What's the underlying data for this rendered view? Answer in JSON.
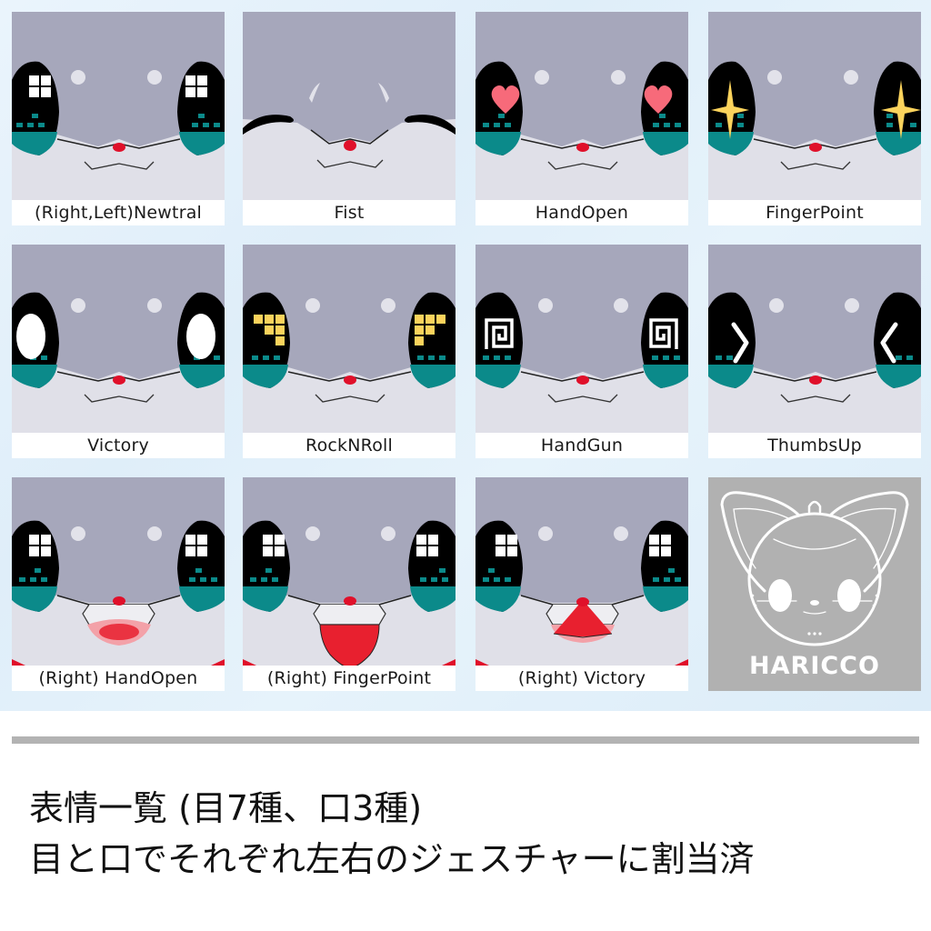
{
  "colors": {
    "page_background": "#ffffff",
    "gallery_background": "#e3f0fa",
    "upper_face": "#a6a7bb",
    "lower_face": "#e0e0e8",
    "eye_black": "#000000",
    "eye_teal": "#0b8a8a",
    "nose_red": "#e0102a",
    "heart_pink": "#f76a7a",
    "sparkle_yellow": "#fbd35c",
    "block_yellow": "#fbd35c",
    "tongue_red": "#e8202f",
    "logo_background": "#b1b1b1",
    "divider": "#b3b3b3"
  },
  "tiles": [
    {
      "label": "(Right,Left)Newtral",
      "eyes": "window",
      "mouth": "closed"
    },
    {
      "label": "Fist",
      "eyes": "closed",
      "mouth": "closed"
    },
    {
      "label": "HandOpen",
      "eyes": "heart",
      "mouth": "closed"
    },
    {
      "label": "FingerPoint",
      "eyes": "sparkle",
      "mouth": "closed"
    },
    {
      "label": "Victory",
      "eyes": "white-oval",
      "mouth": "closed"
    },
    {
      "label": "RockNRoll",
      "eyes": "yellow-blocks",
      "mouth": "closed"
    },
    {
      "label": "HandGun",
      "eyes": "spiral",
      "mouth": "closed"
    },
    {
      "label": "ThumbsUp",
      "eyes": "chevrons",
      "mouth": "closed"
    },
    {
      "label": "(Right) HandOpen",
      "eyes": "window",
      "mouth": "open-smile"
    },
    {
      "label": "(Right) FingerPoint",
      "eyes": "window",
      "mouth": "tongue"
    },
    {
      "label": "(Right) Victory",
      "eyes": "window",
      "mouth": "open-triangle"
    }
  ],
  "logo": {
    "text": "HARICCO",
    "icon": "cat-mascot-icon"
  },
  "caption": {
    "line1": "表情一覧 (目7種、口3種)",
    "line2": "目と口でそれぞれ左右のジェスチャーに割当済"
  }
}
